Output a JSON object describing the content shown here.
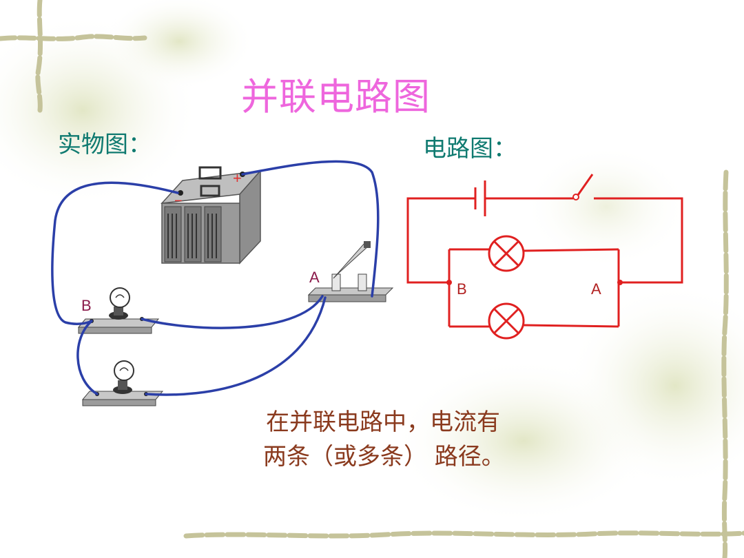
{
  "slide": {
    "title": "并联电路图",
    "physical_label": "实物图：",
    "schematic_label": "电路图：",
    "caption_line1": "在并联电路中，电流有",
    "caption_line2": "两条（或多条） 路径。"
  },
  "physical_diagram": {
    "node_a": "A",
    "node_b": "B",
    "battery_plus": "+",
    "battery_minus": "−",
    "components": [
      "battery",
      "knife-switch",
      "bulb-1",
      "bulb-2"
    ],
    "wire_color": "#2b3fa8"
  },
  "schematic": {
    "node_a": "A",
    "node_b": "B",
    "components": [
      "battery",
      "switch",
      "lamp-1",
      "lamp-2"
    ],
    "wire_color": "#e02020"
  },
  "colors": {
    "title": "#ee66dd",
    "section_label": "#0f7a70",
    "caption": "#8a3a1e",
    "background_decor": "#b8c28a"
  }
}
